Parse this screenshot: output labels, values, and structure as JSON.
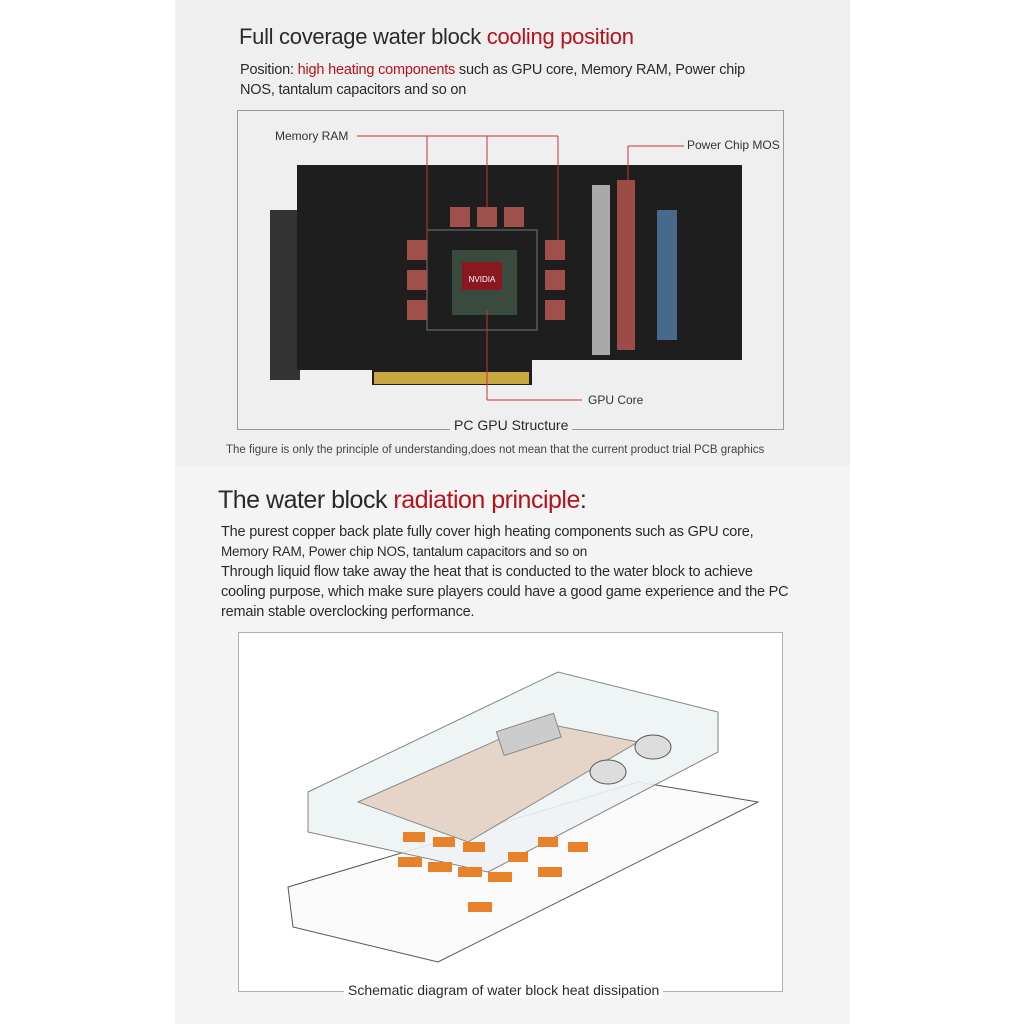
{
  "section1": {
    "title_plain": "Full coverage water block ",
    "title_accent": "cooling position",
    "desc_prefix": "Position:  ",
    "desc_accent": "high heating components",
    "desc_line1_rest": " such as GPU core, Memory RAM, Power chip",
    "desc_line2": "NOS, tantalum capacitors and so on",
    "labels": {
      "memory": "Memory RAM",
      "power": "Power Chip MOS",
      "gpu": "GPU Core",
      "chip": "NVIDIA"
    },
    "figure_caption": "PC GPU Structure",
    "disclaimer": "The figure is only the principle of understanding,does not mean that the current product trial PCB graphics"
  },
  "section2": {
    "title_plain": "The water block ",
    "title_accent": "radiation principle",
    "title_colon": ":",
    "lines": [
      "The purest copper back plate  fully cover  high heating components such as GPU core,",
      "Memory RAM, Power chip NOS, tantalum capacitors and so on",
      "Through liquid flow take away the heat that is conducted to the water block to achieve",
      "cooling purpose, which make sure players could have a good game experience and the PC",
      "remain stable overclocking performance."
    ],
    "figure_caption": "Schematic diagram of water block heat dissipation"
  },
  "colors": {
    "accent": "#b5121b",
    "pad": "#e8822a",
    "pcb": "#1e1e1e"
  }
}
